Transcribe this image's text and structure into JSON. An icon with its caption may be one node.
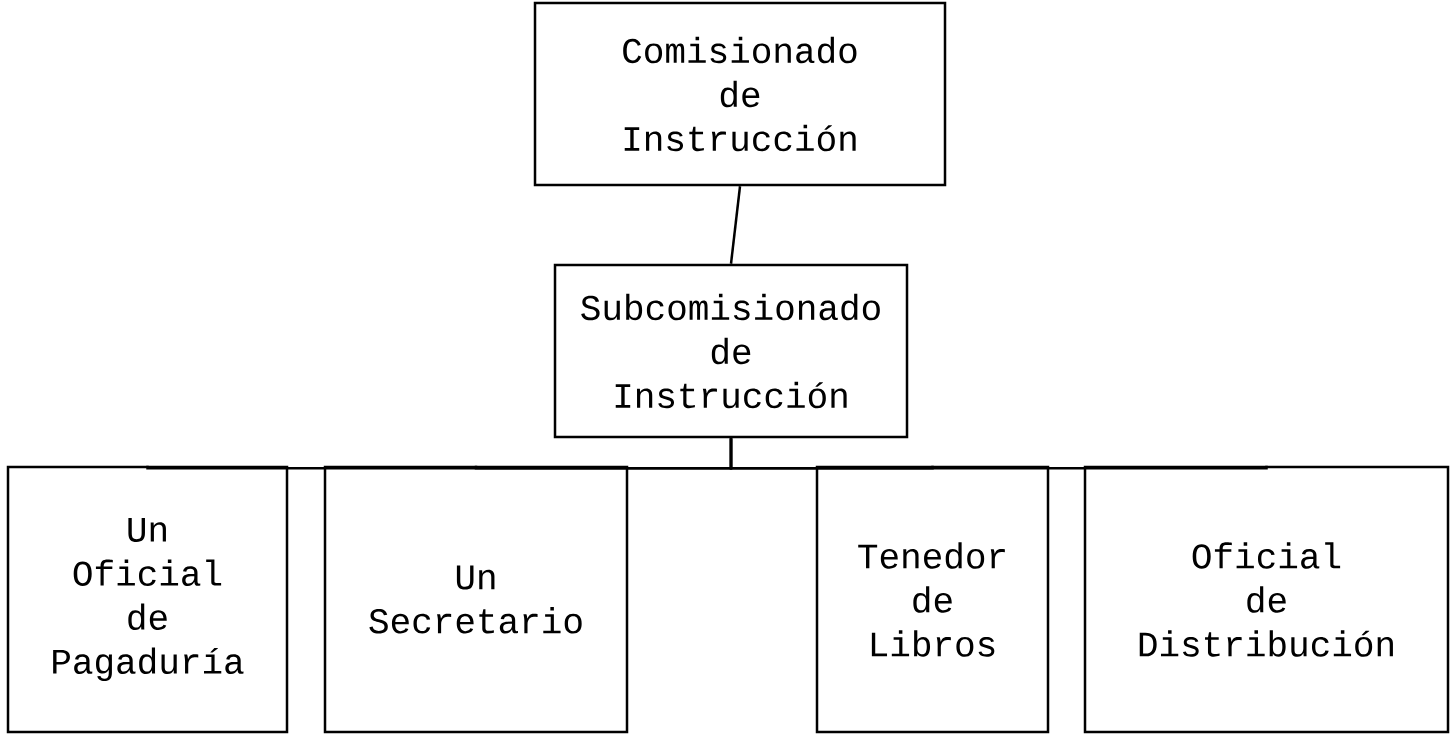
{
  "diagram": {
    "nodes": [
      {
        "text": [
          "Comisionado de Instrucción"
        ]
      },
      {
        "text": [
          "Subcomisionado de Instrucción"
        ]
      },
      {
        "text": [
          "Un Oficial de Pagaduría"
        ]
      },
      {
        "text": [
          "Un Secretario"
        ]
      },
      {
        "text": [
          "Tenedor de Libros"
        ]
      },
      {
        "text": [
          "Oficial de Distribución"
        ]
      }
    ],
    "edges": [
      {
        "from": 0,
        "to": 1,
        "arrow": "none"
      },
      {
        "from": 1,
        "to": 2,
        "arrow": "none"
      },
      {
        "from": 1,
        "to": 3,
        "arrow": "none"
      },
      {
        "from": 1,
        "to": 4,
        "arrow": "none"
      },
      {
        "from": 1,
        "to": 5,
        "arrow": "none"
      }
    ]
  }
}
